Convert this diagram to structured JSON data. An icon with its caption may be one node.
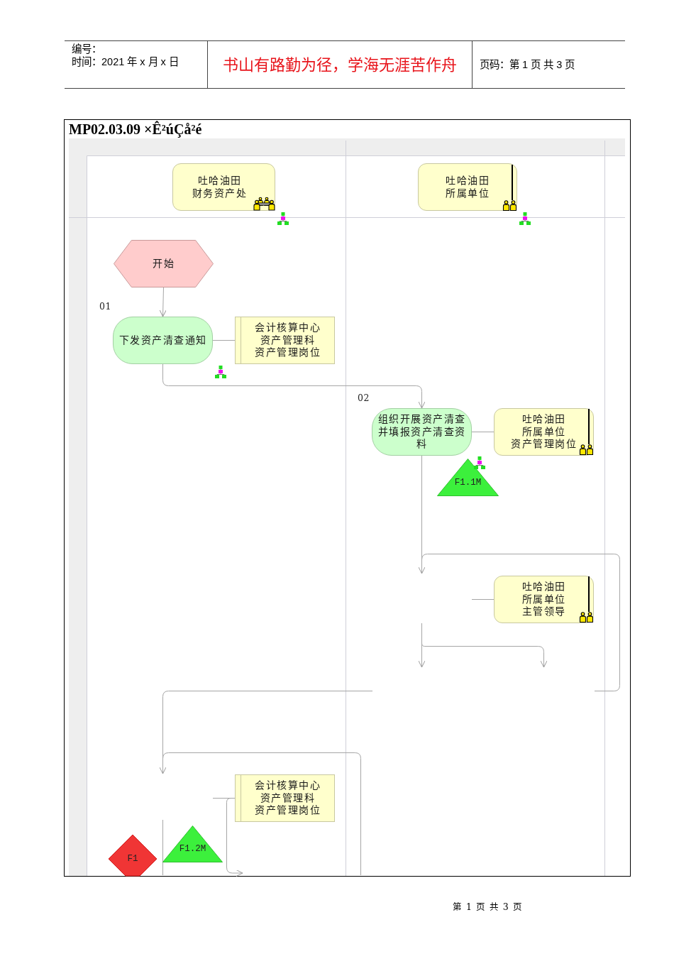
{
  "diagram": {
    "title": "MP02.03.09 ×Ê²úÇå²é",
    "nodes": [
      {
        "text": [
          "吐哈油田财务资产处"
        ]
      },
      {
        "text": [
          "吐哈油田所属单位"
        ]
      },
      {
        "text": [
          "开始"
        ]
      },
      {
        "text": [
          "下发资产清查通知"
        ],
        "beside": [
          "01"
        ]
      },
      {
        "text": [
          "会计核算中心资产管理科资产管理岗位"
        ]
      },
      {
        "text": [
          "组织开展资产清查并填报资产清查资料"
        ],
        "beside": [
          "02"
        ]
      },
      {
        "text": [
          "吐哈油田所属单位资产管理岗位"
        ]
      },
      {
        "text": [
          "F1.1M"
        ]
      },
      {
        "text": [
          "吐哈油田所属单位主管领导"
        ]
      },
      {
        "text": [
          "会计核算中心资产管理科资产管理岗位"
        ]
      },
      {
        "text": [
          "F1"
        ]
      },
      {
        "text": [
          "F1.2M"
        ]
      }
    ],
    "edges": [
      {
        "from": 2,
        "to": 3,
        "arrow": "to"
      },
      {
        "from": 3,
        "to": 5,
        "arrow": "to"
      },
      {
        "from": 3,
        "to": 4,
        "arrow": "none"
      },
      {
        "from": 5,
        "to": 6,
        "arrow": "none"
      },
      {
        "from": 5,
        "to": null,
        "arrow": "to"
      },
      {
        "from": null,
        "to": 8,
        "arrow": "none"
      },
      {
        "from": null,
        "to": 9,
        "arrow": "none"
      },
      {
        "from": 9,
        "to": null,
        "arrow": "to"
      }
    ],
    "labels": [
      "编号：",
      "时间：2021 年 x 月 x 日",
      "书山有路勤为径，学海无涯苦作舟",
      "页码：第 1 页 共 3 页",
      "第 1 页 共 3 页"
    ]
  }
}
